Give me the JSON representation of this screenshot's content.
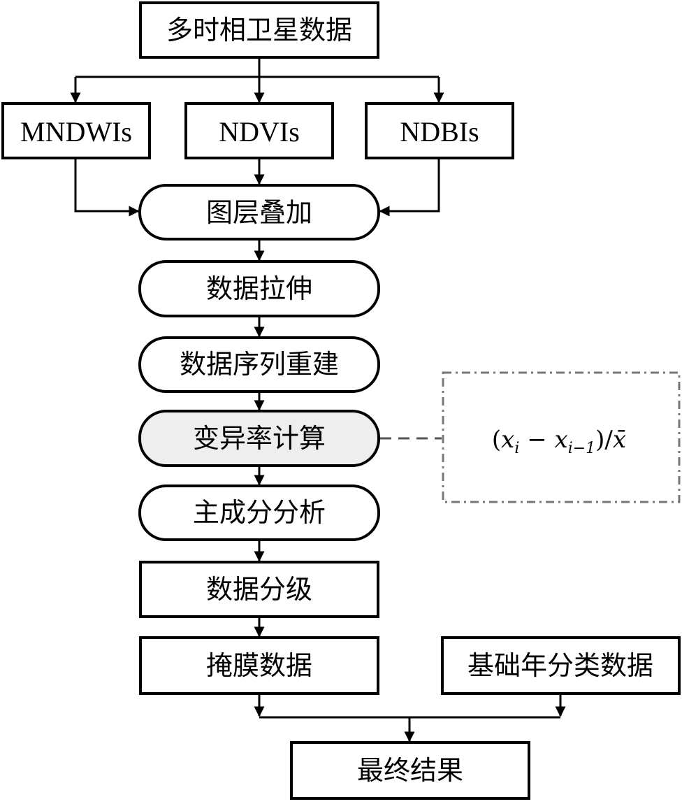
{
  "nodes": {
    "source": "多时相卫星数据",
    "mndwi": "MNDWIs",
    "ndvi": "NDVIs",
    "ndbi": "NDBIs",
    "stack": "图层叠加",
    "stretch": "数据拉伸",
    "rebuild": "数据序列重建",
    "variation": "变异率计算",
    "pca": "主成分分析",
    "classify": "数据分级",
    "mask": "掩膜数据",
    "base": "基础年分类数据",
    "result": "最终结果"
  },
  "formula": {
    "open": "(",
    "x1": "x",
    "s1": "i",
    "minus": " − ",
    "x2": "x",
    "s2": "i−1",
    "close": ")/",
    "xbar": "x̄"
  }
}
